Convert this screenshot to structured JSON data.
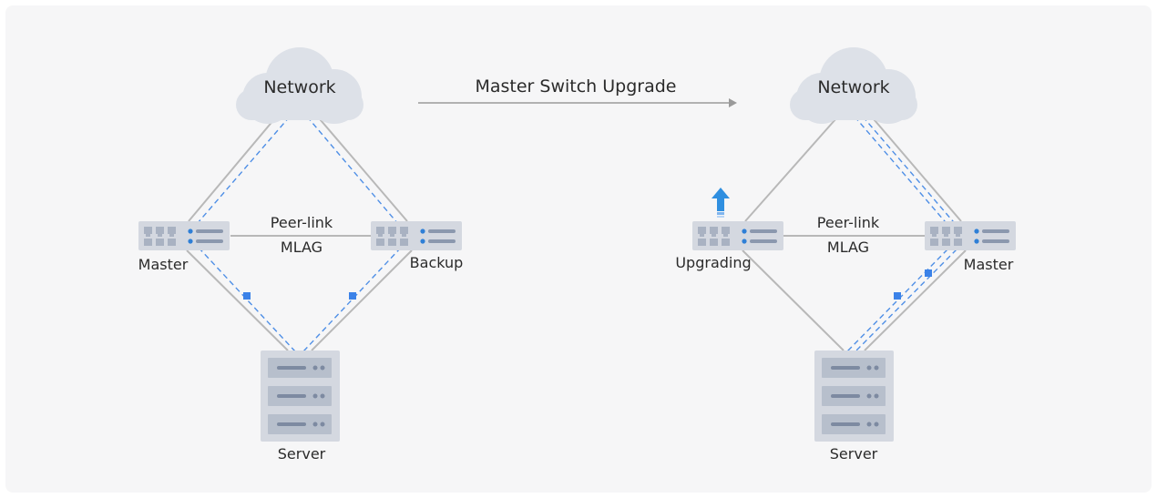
{
  "title": "Master Switch Upgrade",
  "left": {
    "network": "Network",
    "peer_link": "Peer-link",
    "mlag": "MLAG",
    "switch_a": "Master",
    "switch_b": "Backup",
    "server": "Server"
  },
  "right": {
    "network": "Network",
    "peer_link": "Peer-link",
    "mlag": "MLAG",
    "switch_a": "Upgrading",
    "switch_b": "Master",
    "server": "Server"
  },
  "colors": {
    "panel": "#f6f6f7",
    "cloud": "#dde1e8",
    "line": "#b8b8b8",
    "dash": "#4f8fe6",
    "device": "#d4d8e0",
    "device_dark": "#8b98ae",
    "accent": "#2f7fd6",
    "arrow": "#2f8fe0"
  }
}
